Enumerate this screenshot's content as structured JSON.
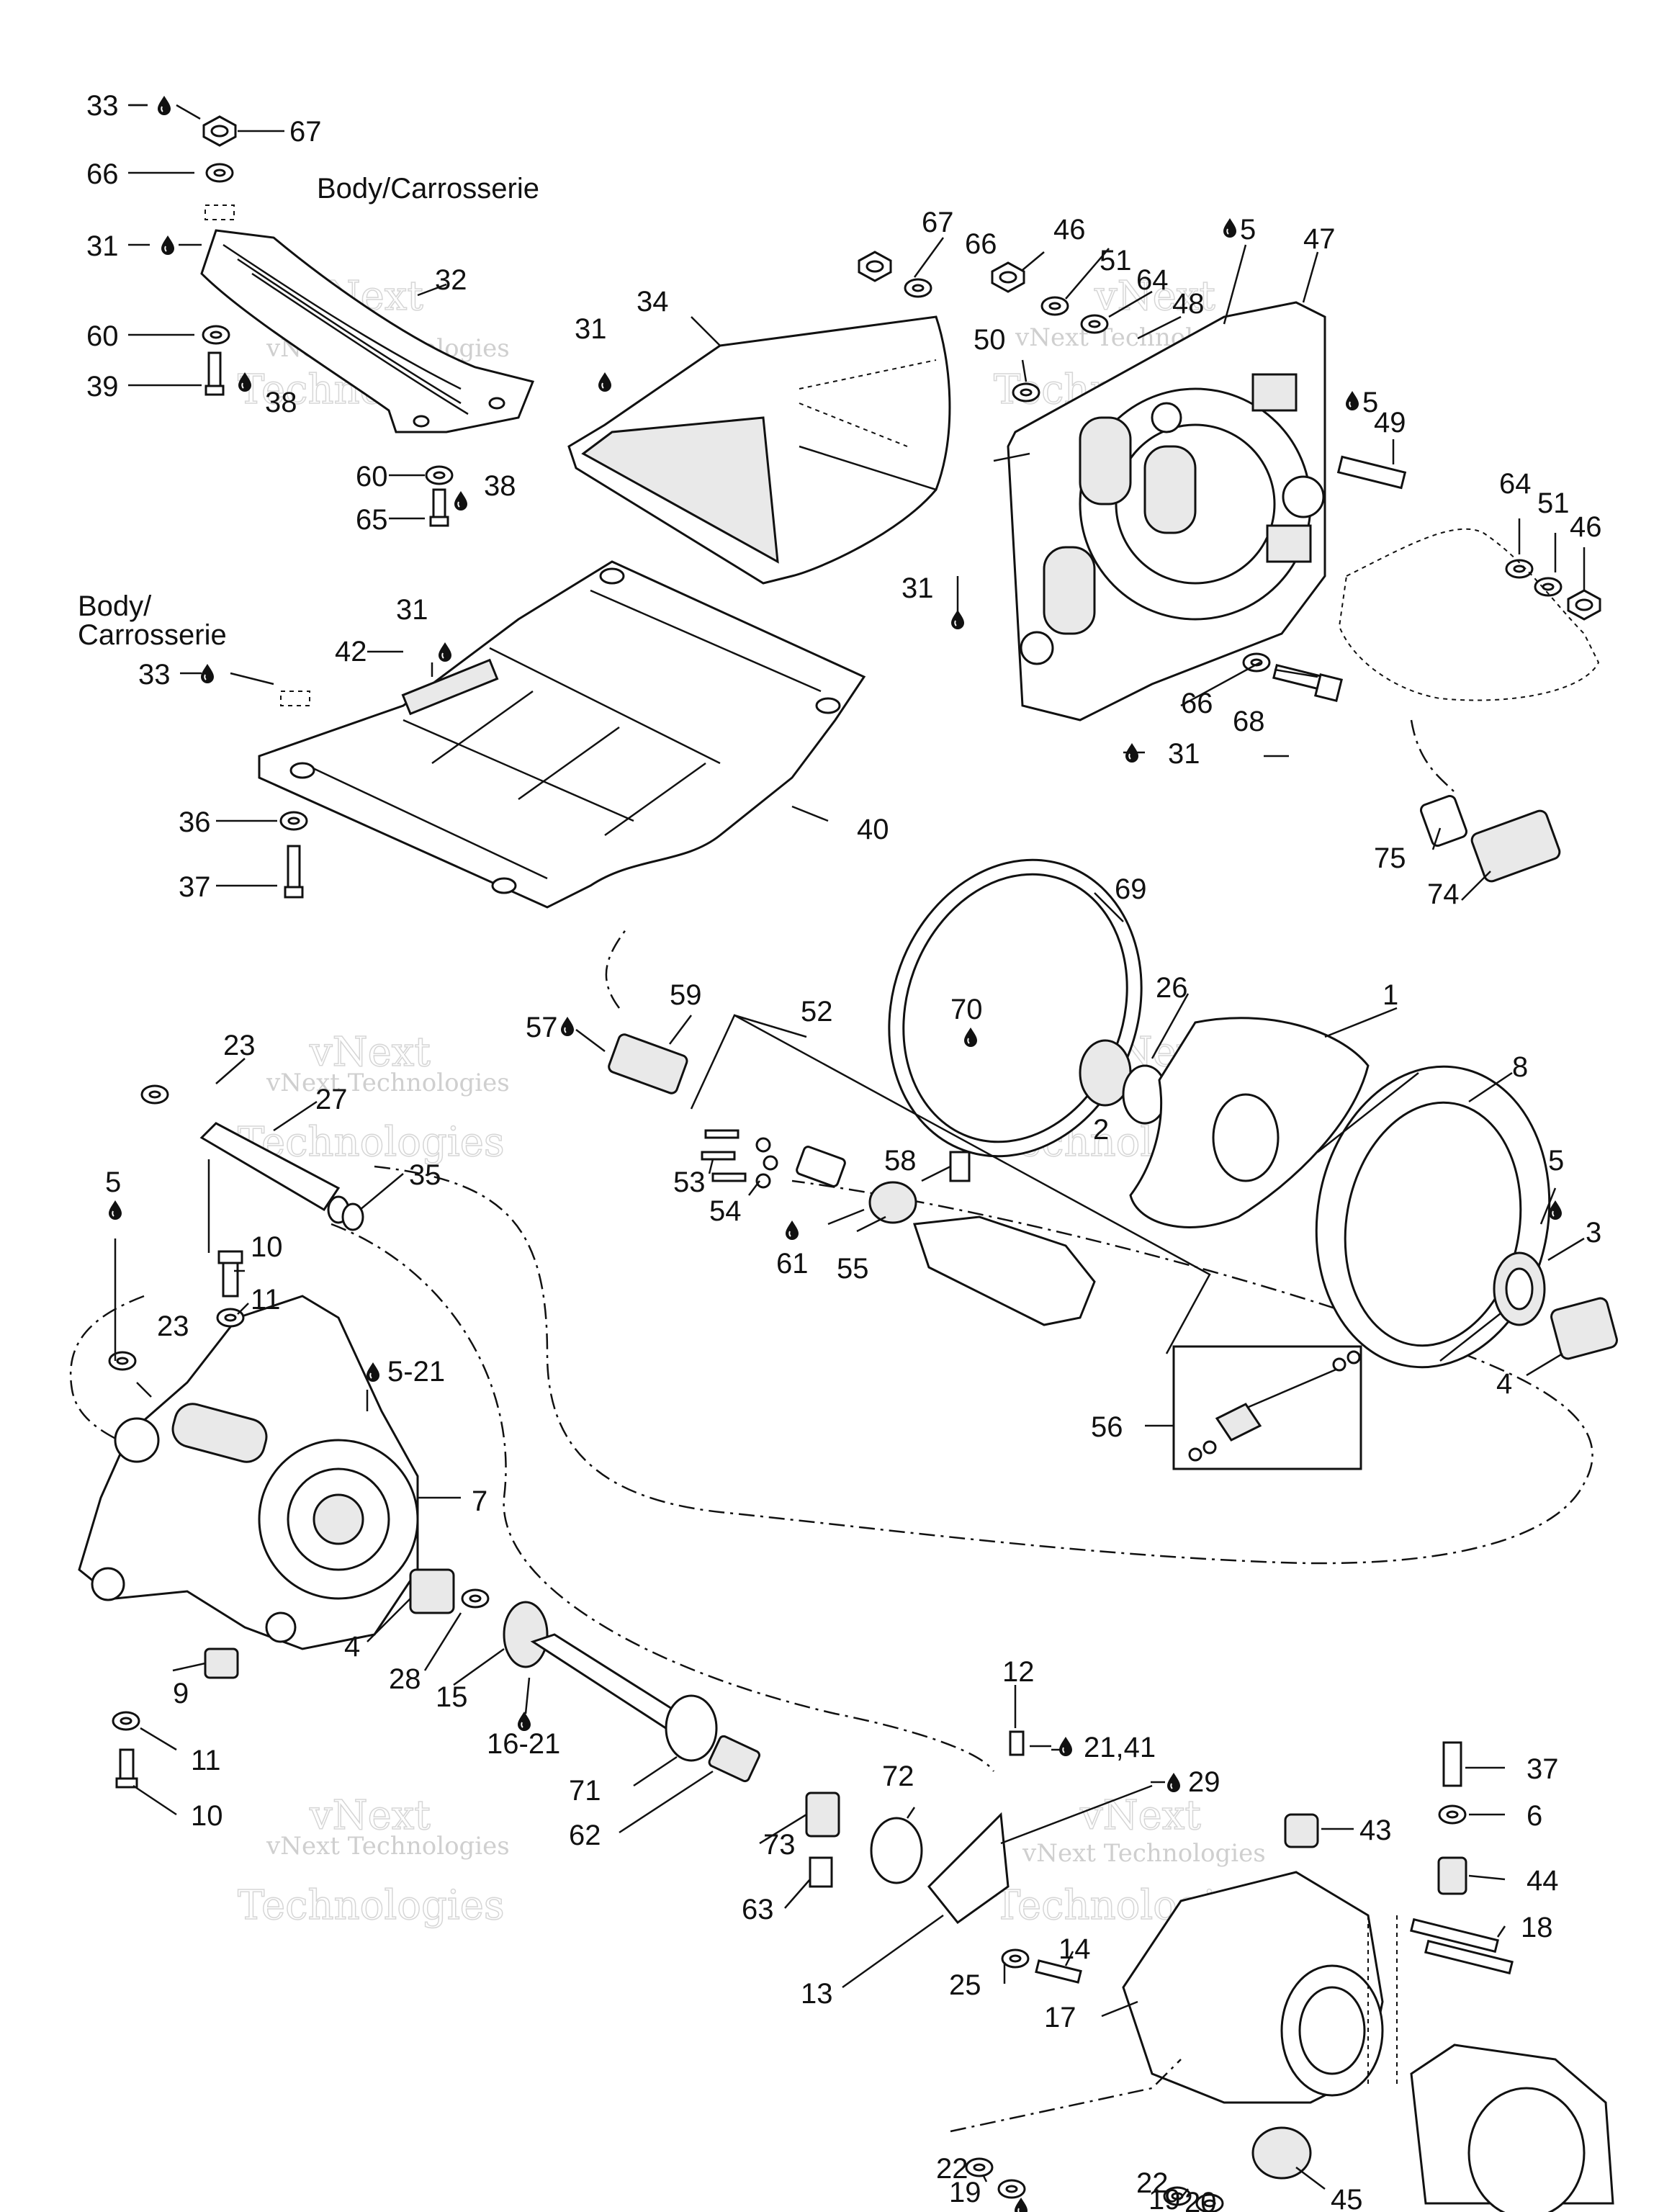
{
  "labels": {
    "b_top": "Body/Carrosserie",
    "b_mid_1": "Body/",
    "b_mid_2": "Carrosserie",
    "n33a": "33",
    "n67a": "67",
    "n66a": "66",
    "n31a": "31",
    "n32": "32",
    "n60a": "60",
    "n39": "39",
    "n38a": "38",
    "n60b": "60",
    "n38b": "38",
    "n65": "65",
    "n34": "34",
    "n31b": "31",
    "n67b": "67",
    "n66b": "66",
    "n46a": "46",
    "n51a": "51",
    "n64a": "64",
    "n48": "48",
    "n50": "50",
    "n5a": "5",
    "n47": "47",
    "n5b": "5",
    "n49": "49",
    "n64b": "64",
    "n51b": "51",
    "n46b": "46",
    "n31c": "31",
    "n42": "42",
    "n33b": "33",
    "n36": "36",
    "n37a": "37",
    "n40": "40",
    "n31d": "31",
    "n66c": "66",
    "n68": "68",
    "n31e": "31",
    "n75": "75",
    "n74": "74",
    "n69": "69",
    "n57": "57",
    "n59": "59",
    "n52": "52",
    "n70": "70",
    "n26": "26",
    "n1": "1",
    "n2": "2",
    "n8": "8",
    "n53": "53",
    "n54": "54",
    "n58": "58",
    "n61": "61",
    "n55": "55",
    "n5c": "5",
    "n3": "3",
    "n4a": "4",
    "n56": "56",
    "n23a": "23",
    "n27": "27",
    "n35": "35",
    "n5d": "5",
    "n10a": "10",
    "n11a": "11",
    "n23b": "23",
    "n5_21": "5-21",
    "n7": "7",
    "n4b": "4",
    "n28": "28",
    "n15": "15",
    "n9": "9",
    "n16_21": "16-21",
    "n11b": "11",
    "n10b": "10",
    "n71": "71",
    "n12": "12",
    "n21_41": "21,41",
    "n29": "29",
    "n62": "62",
    "n72": "72",
    "n73": "73",
    "n63": "63",
    "n13": "13",
    "n14": "14",
    "n25": "25",
    "n17": "17",
    "n37b": "37",
    "n43": "43",
    "n6": "6",
    "n44": "44",
    "n18": "18",
    "n22a": "22",
    "n19a": "19",
    "n22b": "22",
    "n19b": "19",
    "n20": "20",
    "n45": "45"
  },
  "watermark": {
    "line1": "vNext",
    "line2": "vNext Technologies",
    "line3": "Technologies"
  },
  "icons": {
    "drop": "oil-drop-icon"
  }
}
